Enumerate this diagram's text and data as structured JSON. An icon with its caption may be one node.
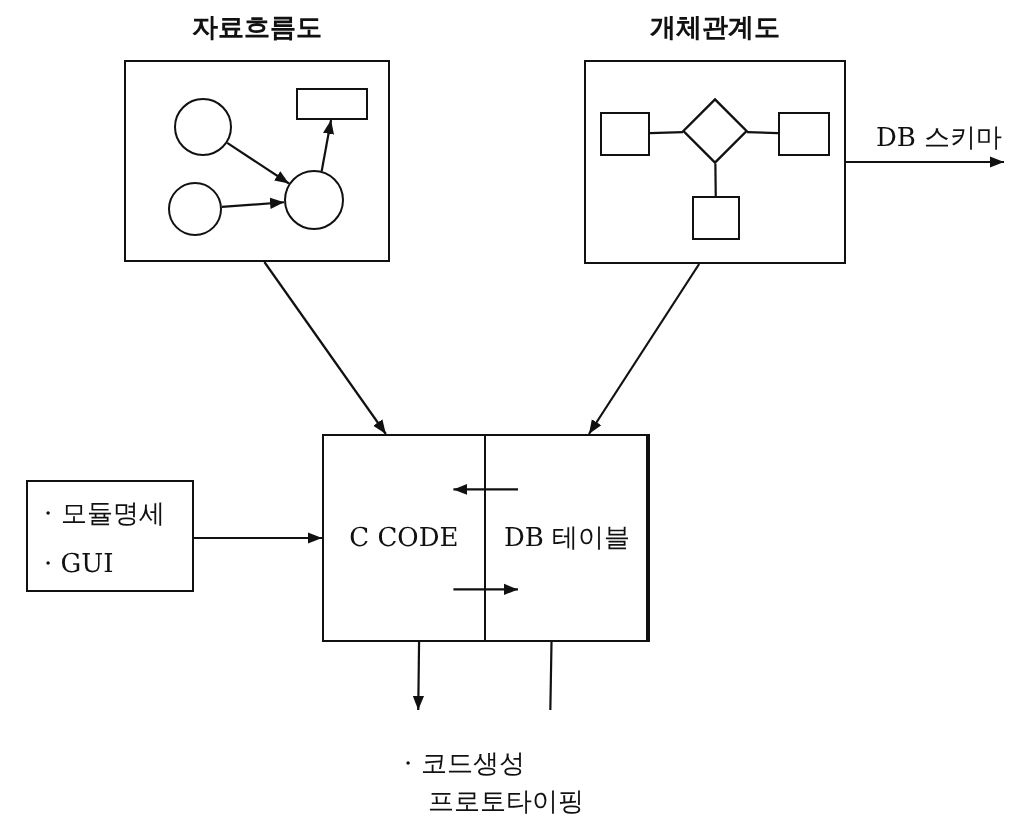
{
  "diagram": {
    "nodes": [
      {
        "text": [
          "자료흐름도"
        ]
      },
      {
        "text": [],
        "shape": "circle",
        "in": 0
      },
      {
        "text": [],
        "shape": "box",
        "in": 0
      },
      {
        "text": [],
        "shape": "circle",
        "in": 0
      },
      {
        "text": [],
        "shape": "circle",
        "in": 0
      },
      {
        "text": [
          "개체관계도"
        ]
      },
      {
        "text": [],
        "shape": "box",
        "in": 5
      },
      {
        "text": [],
        "shape": "diamond",
        "in": 5
      },
      {
        "text": [],
        "shape": "box",
        "in": 5
      },
      {
        "text": [],
        "shape": "box",
        "in": 5
      },
      {
        "text": [
          "· 모듈명세",
          "· GUI"
        ]
      },
      {
        "text": [],
        "shape": "box"
      },
      {
        "text": [
          "C CODE"
        ],
        "in": 11
      },
      {
        "text": [
          "DB 테이블"
        ],
        "in": 11
      },
      {
        "text": [
          "· 코드생성",
          "프로토타이핑"
        ]
      }
    ],
    "edges": [
      {
        "from": 1,
        "to": 4,
        "arrow": "to"
      },
      {
        "from": 3,
        "to": 4,
        "arrow": "to"
      },
      {
        "from": 4,
        "to": 2,
        "arrow": "to"
      },
      {
        "from": 6,
        "to": 7,
        "arrow": "none"
      },
      {
        "from": 7,
        "to": 8,
        "arrow": "none"
      },
      {
        "from": 7,
        "to": 9,
        "arrow": "none"
      },
      {
        "from": 5,
        "to": null,
        "arrow": "to",
        "label": "DB 스키마"
      },
      {
        "from": 0,
        "to": 11,
        "arrow": "to"
      },
      {
        "from": 5,
        "to": 11,
        "arrow": "to"
      },
      {
        "from": 10,
        "to": 11,
        "arrow": "to"
      },
      {
        "from": 13,
        "to": 12,
        "arrow": "to"
      },
      {
        "from": 12,
        "to": 13,
        "arrow": "to"
      },
      {
        "from": 12,
        "to": 14,
        "arrow": "to"
      },
      {
        "from": 13,
        "to": 14,
        "arrow": "none"
      }
    ]
  }
}
